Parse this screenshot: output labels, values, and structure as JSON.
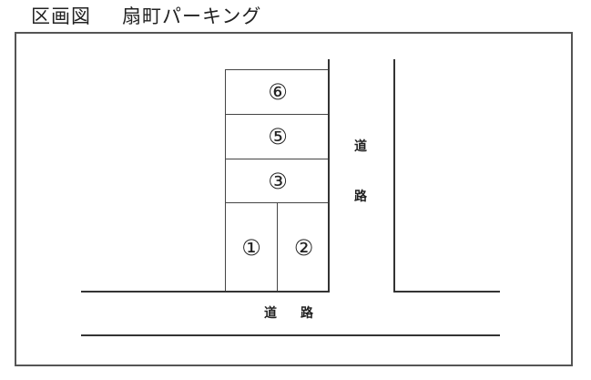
{
  "title": {
    "label": "区画図",
    "name": "扇町パーキング"
  },
  "diagram": {
    "type": "parking-lot-layout",
    "spots": [
      {
        "id": "6",
        "label": "⑥"
      },
      {
        "id": "5",
        "label": "⑤"
      },
      {
        "id": "3",
        "label": "③"
      },
      {
        "id": "1",
        "label": "①"
      },
      {
        "id": "2",
        "label": "②"
      }
    ],
    "roads": {
      "vertical_label_top": "道",
      "vertical_label_bottom": "路",
      "horizontal_label": "道　路"
    },
    "colors": {
      "line": "#333333",
      "frame": "#555555",
      "background": "#ffffff"
    }
  }
}
